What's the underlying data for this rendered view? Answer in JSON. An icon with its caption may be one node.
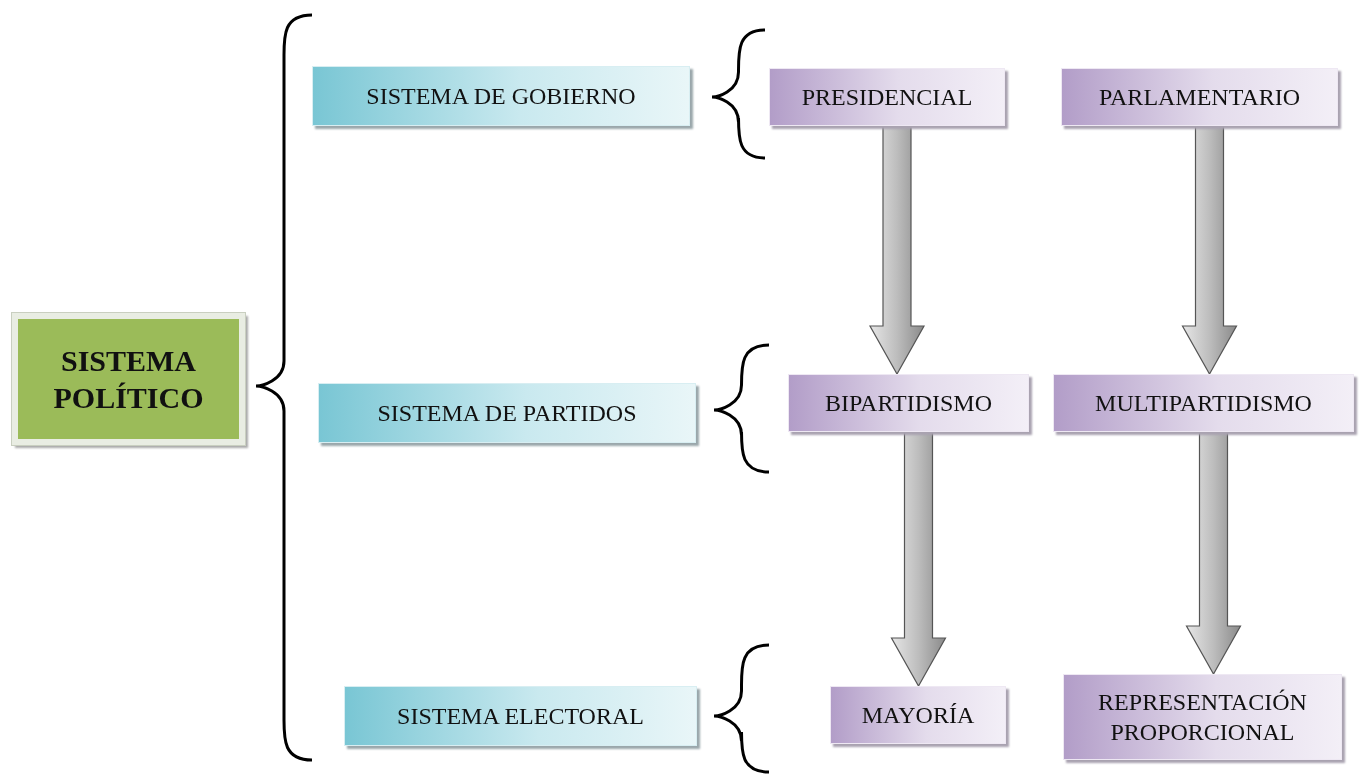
{
  "diagram": {
    "nodes": [
      {
        "text": [
          "SISTEMA POLÍTICO"
        ]
      },
      {
        "text": [
          "SISTEMA DE GOBIERNO"
        ]
      },
      {
        "text": [
          "SISTEMA DE PARTIDOS"
        ]
      },
      {
        "text": [
          "SISTEMA ELECTORAL"
        ]
      },
      {
        "text": [
          "PRESIDENCIAL"
        ]
      },
      {
        "text": [
          "PARLAMENTARIO"
        ]
      },
      {
        "text": [
          "BIPARTIDISMO"
        ]
      },
      {
        "text": [
          "MULTIPARTIDISMO"
        ]
      },
      {
        "text": [
          "MAYORÍA"
        ]
      },
      {
        "text": [
          "REPRESENTACIÓN PROPORCIONAL"
        ]
      }
    ],
    "edges": [
      {
        "from": 4,
        "to": 6,
        "arrow": "to"
      },
      {
        "from": 5,
        "to": 7,
        "arrow": "to"
      },
      {
        "from": 6,
        "to": 8,
        "arrow": "to"
      },
      {
        "from": 7,
        "to": 9,
        "arrow": "to"
      }
    ]
  }
}
